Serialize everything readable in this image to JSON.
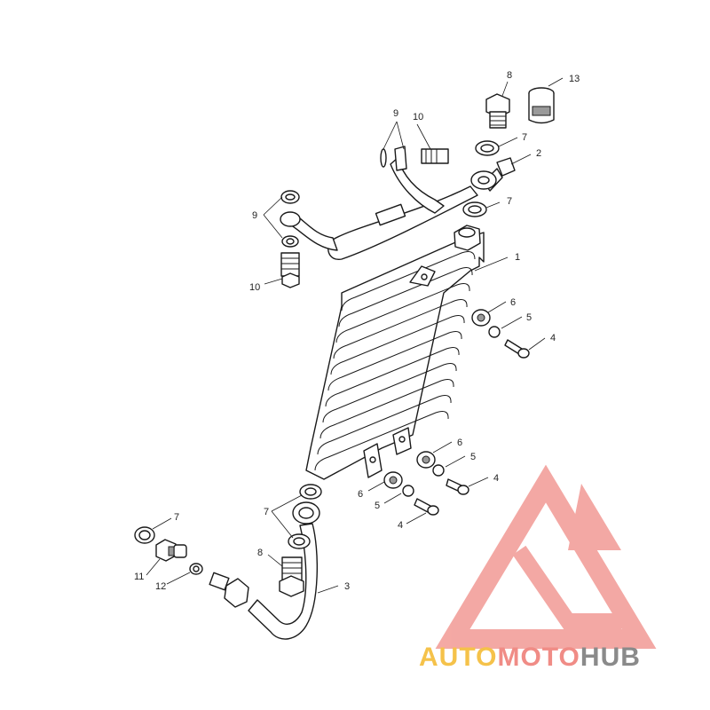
{
  "callouts": {
    "c1": "1",
    "c2": "2",
    "c3": "3",
    "c4a": "4",
    "c4b": "4",
    "c4c": "4",
    "c5a": "5",
    "c5b": "5",
    "c5c": "5",
    "c6a": "6",
    "c6b": "6",
    "c6c": "6",
    "c7a": "7",
    "c7b": "7",
    "c7c": "7",
    "c7d": "7",
    "c8a": "8",
    "c8b": "8",
    "c9a": "9",
    "c9b": "9",
    "c10a": "10",
    "c10b": "10",
    "c11": "11",
    "c12": "12",
    "c13": "13"
  },
  "watermark": {
    "part1": "AUTO",
    "part2": "MOTO",
    "part3": "HUB",
    "colors": {
      "auto": "#f5c24a",
      "moto": "#f08c86",
      "hub": "#8a8a8a",
      "logo": "#f08c86"
    }
  }
}
